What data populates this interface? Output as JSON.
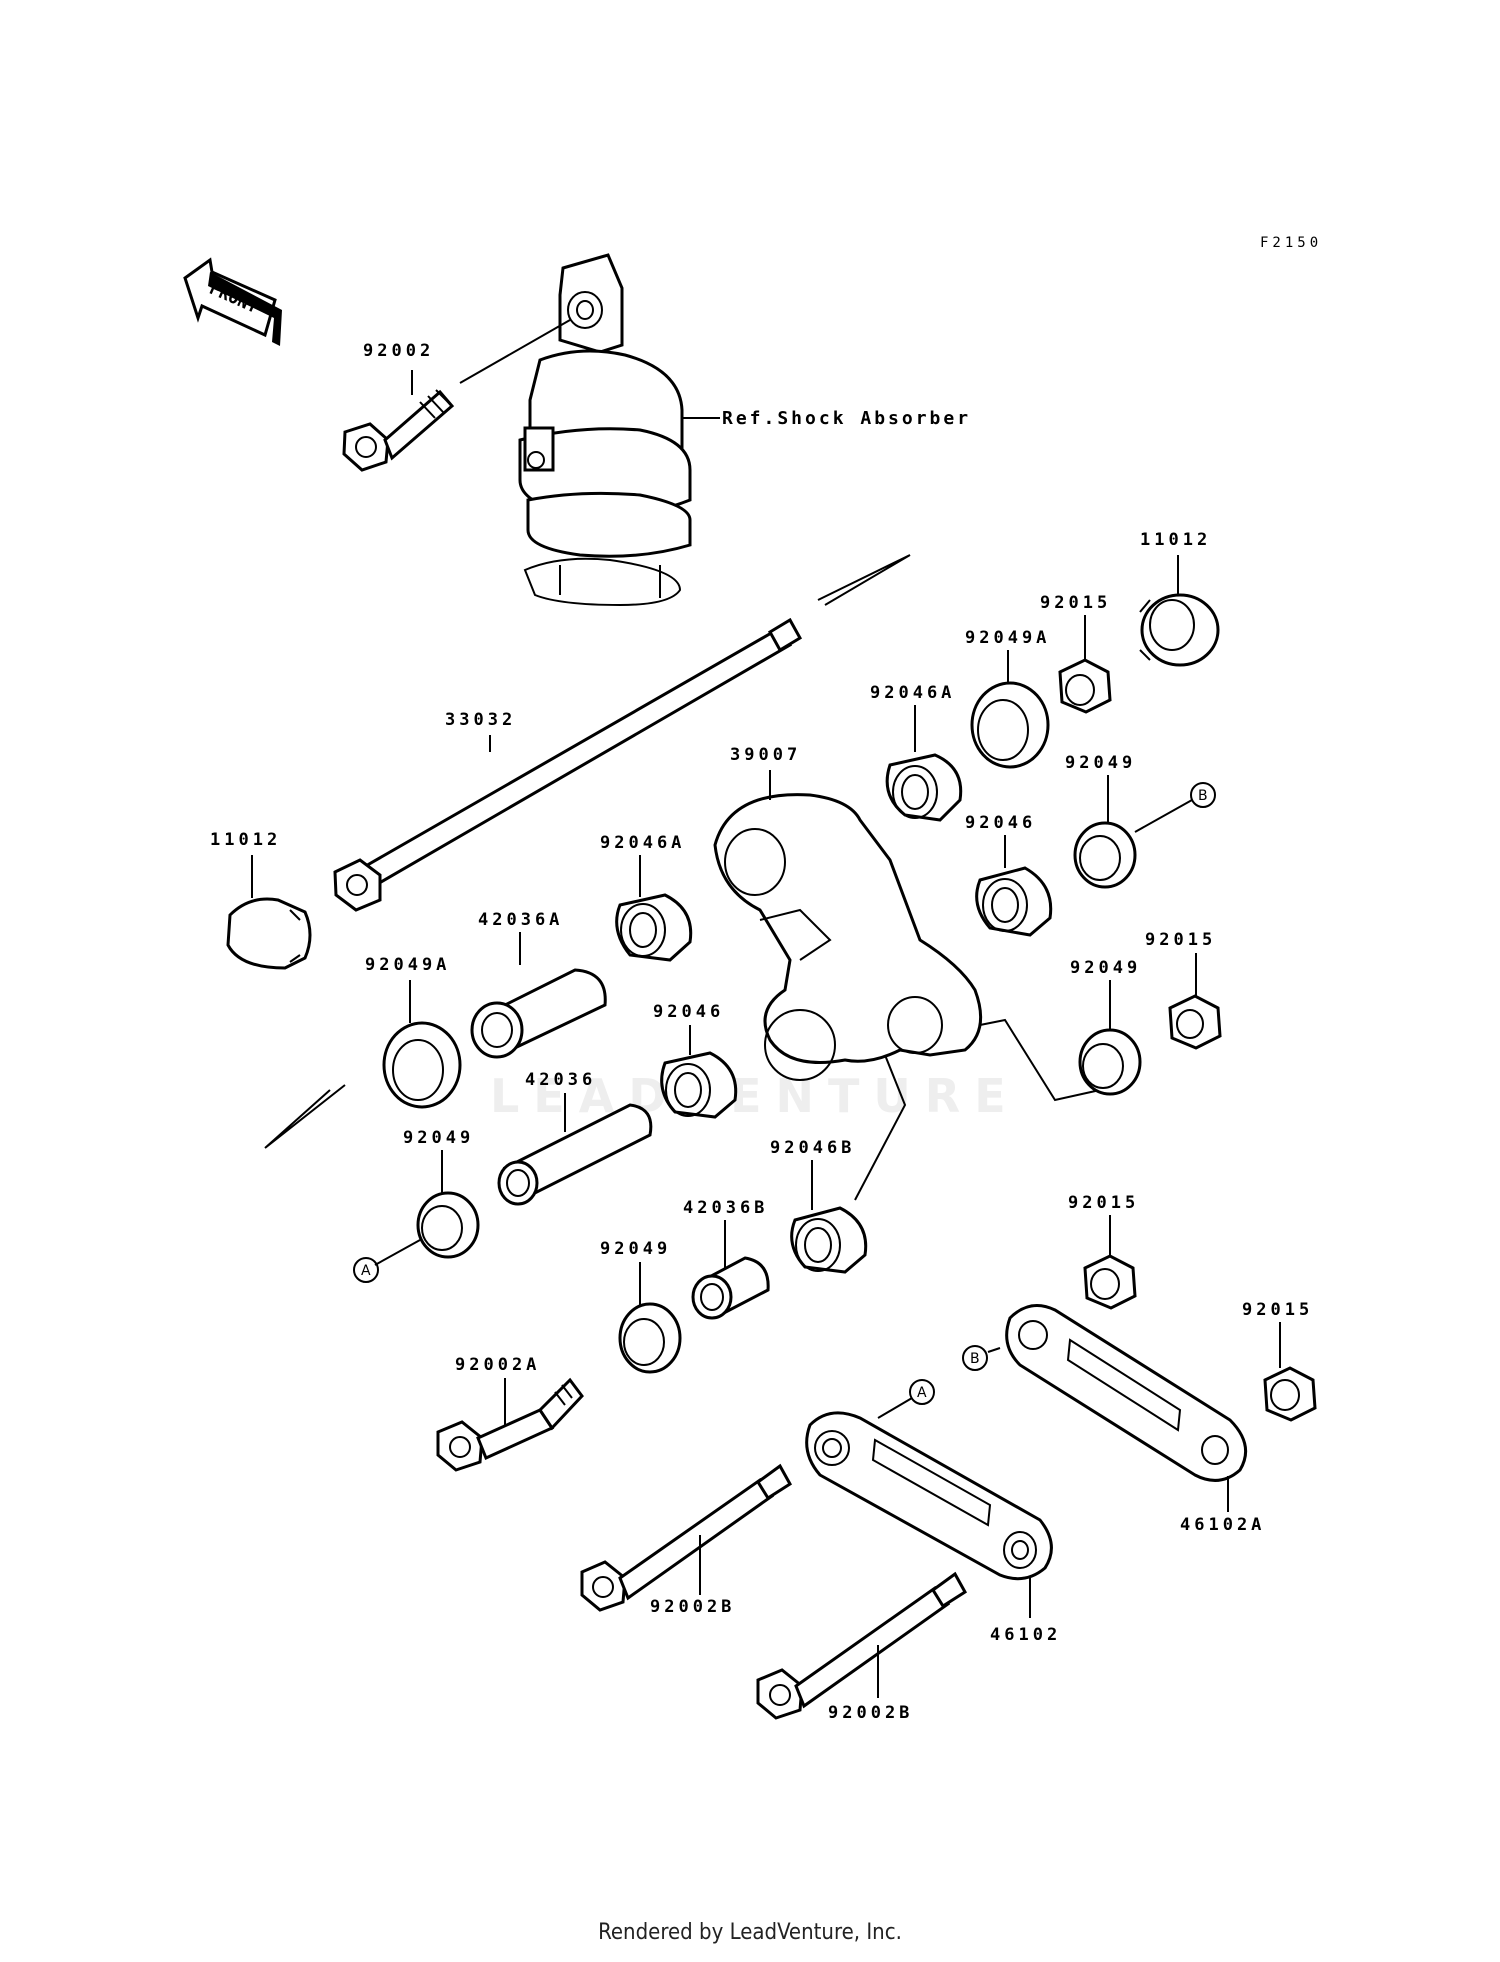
{
  "diagram": {
    "code": "F2150",
    "front_label": "FRONT",
    "reference_label": "Ref.Shock Absorber",
    "watermark": "LEADVENTURE",
    "callouts": {
      "a": "A",
      "b": "B"
    },
    "parts": [
      {
        "key": "p92002",
        "number": "92002"
      },
      {
        "key": "p11012_top",
        "number": "11012"
      },
      {
        "key": "p92015_1",
        "number": "92015"
      },
      {
        "key": "p92049A_1",
        "number": "92049A"
      },
      {
        "key": "p92046A_1",
        "number": "92046A"
      },
      {
        "key": "p33032",
        "number": "33032"
      },
      {
        "key": "p39007",
        "number": "39007"
      },
      {
        "key": "p92049_1",
        "number": "92049"
      },
      {
        "key": "p11012_left",
        "number": "11012"
      },
      {
        "key": "p92046A_2",
        "number": "92046A"
      },
      {
        "key": "p92046_1",
        "number": "92046"
      },
      {
        "key": "p42036A",
        "number": "42036A"
      },
      {
        "key": "p92049A_2",
        "number": "92049A"
      },
      {
        "key": "p92015_2",
        "number": "92015"
      },
      {
        "key": "p92049_2",
        "number": "92049"
      },
      {
        "key": "p92046_2",
        "number": "92046"
      },
      {
        "key": "p42036",
        "number": "42036"
      },
      {
        "key": "p92049_3",
        "number": "92049"
      },
      {
        "key": "p92046B",
        "number": "92046B"
      },
      {
        "key": "p42036B",
        "number": "42036B"
      },
      {
        "key": "p92015_3",
        "number": "92015"
      },
      {
        "key": "p92049_4",
        "number": "92049"
      },
      {
        "key": "p92015_4",
        "number": "92015"
      },
      {
        "key": "p92002A",
        "number": "92002A"
      },
      {
        "key": "p46102A",
        "number": "46102A"
      },
      {
        "key": "p92002B_1",
        "number": "92002B"
      },
      {
        "key": "p46102",
        "number": "46102"
      },
      {
        "key": "p92002B_2",
        "number": "92002B"
      }
    ]
  },
  "footer": {
    "text": "Rendered by LeadVenture, Inc."
  }
}
